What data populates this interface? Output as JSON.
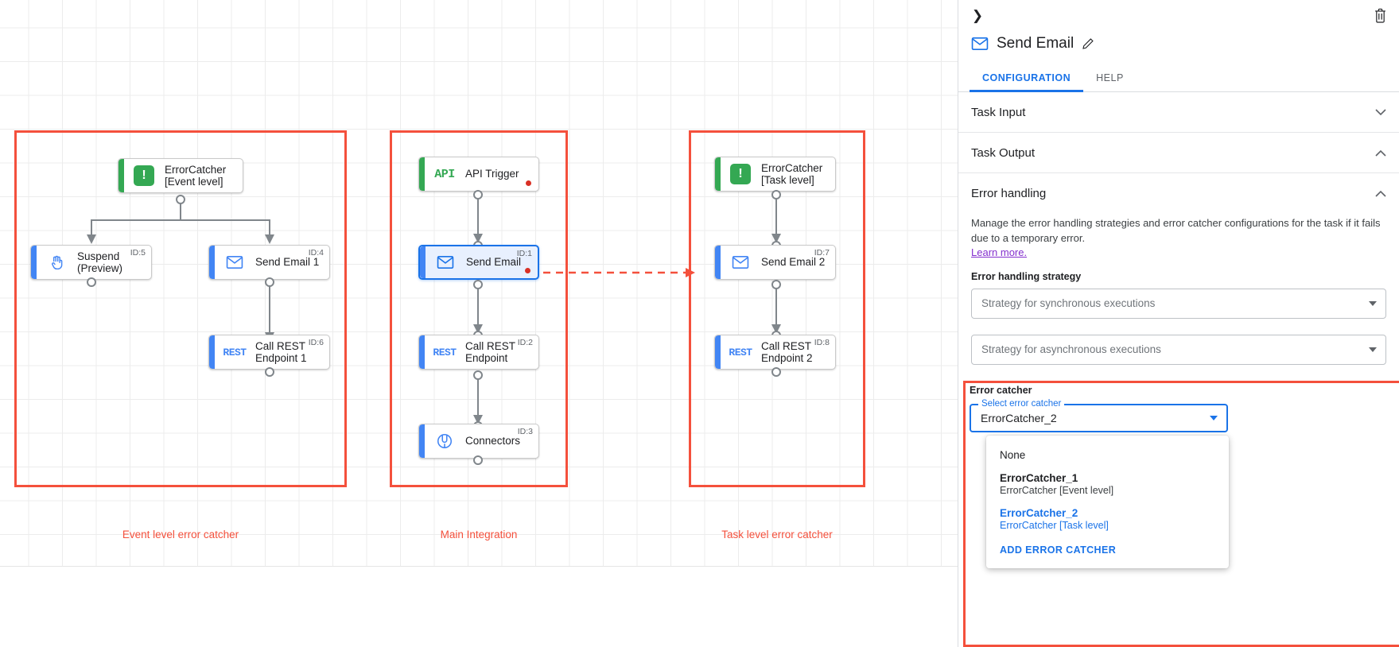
{
  "canvas": {
    "groups": [
      {
        "caption": "Event level error catcher"
      },
      {
        "caption": "Main Integration"
      },
      {
        "caption": "Task level error catcher"
      }
    ],
    "nodes": {
      "error_catcher_event": {
        "label": "ErrorCatcher\n[Event level]",
        "icon": "error-catcher-icon",
        "id": ""
      },
      "suspend": {
        "label": "Suspend\n(Preview)",
        "icon": "hand-icon",
        "id": "ID:5"
      },
      "send_email_1": {
        "label": "Send Email 1",
        "icon": "envelope-icon",
        "id": "ID:4"
      },
      "call_rest_1": {
        "label": "Call REST\nEndpoint 1",
        "icon": "rest-icon",
        "id": "ID:6"
      },
      "api_trigger": {
        "label": "API Trigger",
        "icon": "api-icon",
        "id": ""
      },
      "send_email": {
        "label": "Send Email",
        "icon": "envelope-icon",
        "id": "ID:1"
      },
      "call_rest": {
        "label": "Call REST\nEndpoint",
        "icon": "rest-icon",
        "id": "ID:2"
      },
      "connectors": {
        "label": "Connectors",
        "icon": "connectors-icon",
        "id": "ID:3"
      },
      "error_catcher_task": {
        "label": "ErrorCatcher\n[Task level]",
        "icon": "error-catcher-icon",
        "id": ""
      },
      "send_email_2": {
        "label": "Send Email 2",
        "icon": "envelope-icon",
        "id": "ID:7"
      },
      "call_rest_2": {
        "label": "Call REST\nEndpoint 2",
        "icon": "rest-icon",
        "id": "ID:8"
      }
    },
    "icon_text": {
      "api": "API",
      "rest": "REST",
      "error_catcher": "!"
    }
  },
  "panel": {
    "collapse_icon": "❯",
    "title": "Send Email",
    "tabs": [
      {
        "label": "CONFIGURATION",
        "active": true
      },
      {
        "label": "HELP",
        "active": false
      }
    ],
    "sections": [
      {
        "title": "Task Input",
        "expanded": false
      },
      {
        "title": "Task Output",
        "expanded": true
      },
      {
        "title": "Error handling",
        "expanded": true
      }
    ],
    "error_handling": {
      "description": "Manage the error handling strategies and error catcher configurations for the task if it fails due to a temporary error.",
      "learn_more": "Learn more.",
      "strategy_label": "Error handling strategy",
      "sync_placeholder": "Strategy for synchronous executions",
      "async_placeholder": "Strategy for asynchronous executions"
    },
    "error_catcher": {
      "heading": "Error catcher",
      "field_label": "Select error catcher",
      "value": "ErrorCatcher_2",
      "options": [
        {
          "primary": "None",
          "secondary": "",
          "bold": false,
          "selected": false
        },
        {
          "primary": "ErrorCatcher_1",
          "secondary": "ErrorCatcher [Event level]",
          "bold": true,
          "selected": false
        },
        {
          "primary": "ErrorCatcher_2",
          "secondary": "ErrorCatcher [Task level]",
          "bold": true,
          "selected": true
        }
      ],
      "add_label": "ADD ERROR CATCHER"
    }
  },
  "colors": {
    "accent_blue": "#1a73e8",
    "group_red": "#f4503c",
    "green": "#34a853",
    "node_blue": "#4285f4",
    "error_dot": "#d93025",
    "learn_more_purple": "#8430ce"
  }
}
